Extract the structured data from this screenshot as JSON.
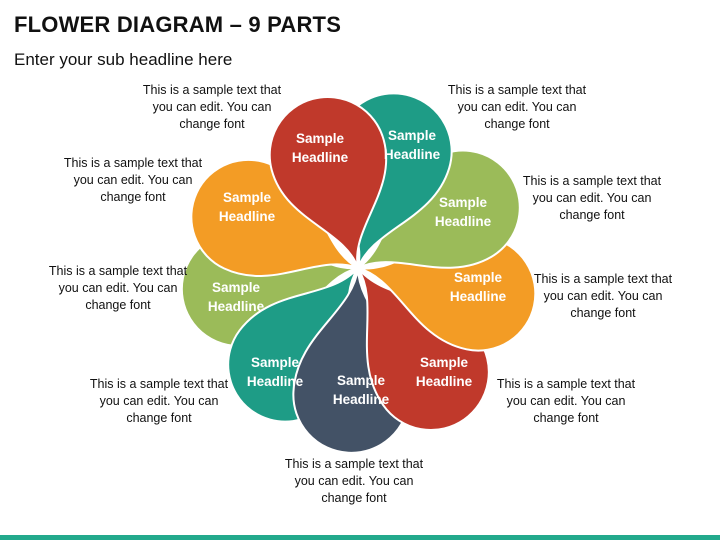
{
  "header": {
    "title": "FLOWER DIAGRAM – 9 PARTS",
    "subtitle": "Enter your sub headline here"
  },
  "petals": [
    {
      "label": "Sample\nHeadline",
      "color": "#c0392b",
      "note": "This is a sample text that you can edit. You can change font"
    },
    {
      "label": "Sample\nHeadline",
      "color": "#1e9c86",
      "note": "This is a sample text that you can edit. You can change font"
    },
    {
      "label": "Sample\nHeadline",
      "color": "#9bbb59",
      "note": "This is a sample text that you can edit. You can change font"
    },
    {
      "label": "Sample\nHeadline",
      "color": "#f39c25",
      "note": "This is a sample text that you can edit. You can change font"
    },
    {
      "label": "Sample\nHeadline",
      "color": "#c0392b",
      "note": "This is a sample text that you can edit. You can change font"
    },
    {
      "label": "Sample\nHeadline",
      "color": "#435266",
      "note": "This is a sample text that you can edit. You can change font"
    },
    {
      "label": "Sample\nHeadline",
      "color": "#1e9c86",
      "note": "This is a sample text that you can edit. You can change font"
    },
    {
      "label": "Sample\nHeadline",
      "color": "#9bbb59",
      "note": "This is a sample text that you can edit. You can change font"
    },
    {
      "label": "Sample\nHeadline",
      "color": "#f39c25",
      "note": "This is a sample text that you can edit. You can change font"
    }
  ],
  "colors": {
    "footer_bar": "#22a98c"
  }
}
